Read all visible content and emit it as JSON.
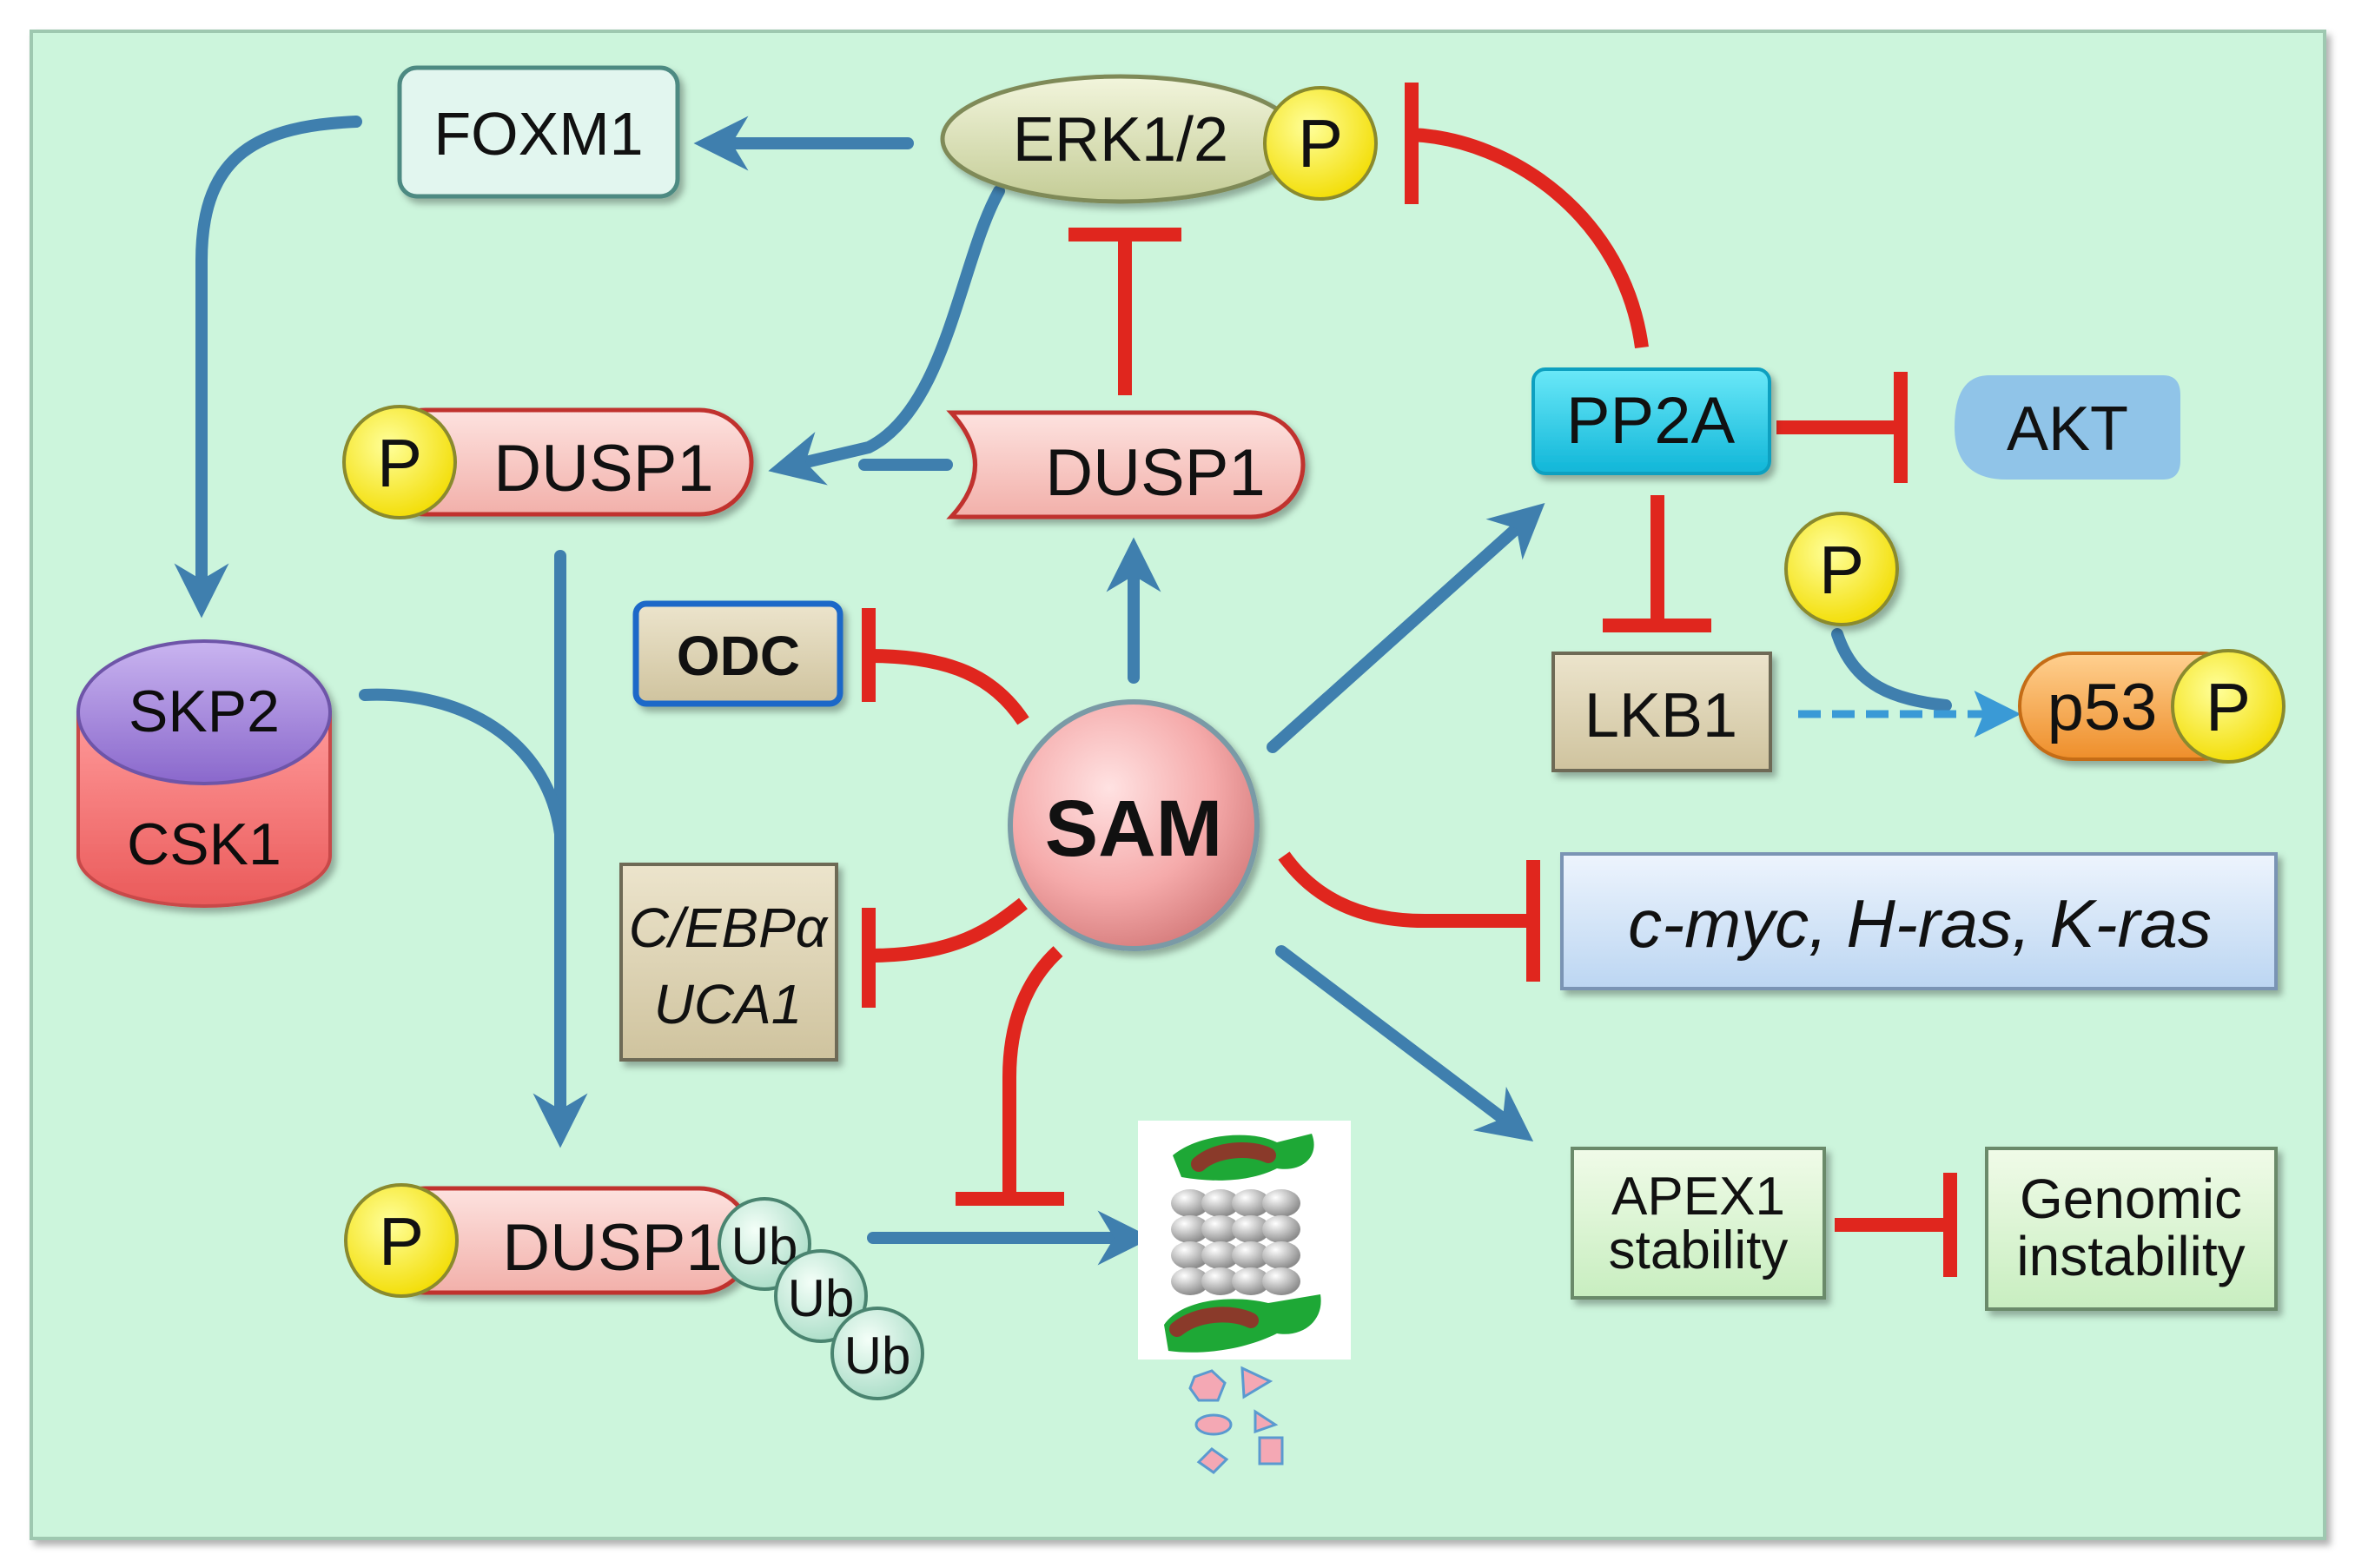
{
  "nodes": {
    "foxm1": "FOXM1",
    "erk": "ERK1/2",
    "phospho": "P",
    "dusp1": "DUSP1",
    "skp2": "SKP2",
    "csk1": "CSK1",
    "odc": "ODC",
    "cebpa": "C/EBPα",
    "uca1": "UCA1",
    "sam": "SAM",
    "pp2a": "PP2A",
    "akt": "AKT",
    "lkb1": "LKB1",
    "p53": "p53",
    "oncogenes": "c-myc, H-ras, K-ras",
    "apex1_line1": "APEX1",
    "apex1_line2": "stability",
    "genomic_line1": "Genomic",
    "genomic_line2": "instability",
    "ubiquitin": "Ub"
  },
  "colors": {
    "background": "#ccf5dc",
    "activation_arrow": "#3f7fae",
    "inhibition": "#e0261e",
    "phospho_fill": "#ffee00",
    "dusp1_fill": "#f6c3bf",
    "sam_fill": "#f4a8a8",
    "pp2a_fill": "#22d3ec",
    "akt_fill": "#90c4e8",
    "p53_fill": "#f5a63e",
    "oncogene_fill": "#d8e8f8",
    "tan_box_fill": "#dcd2b4",
    "foxm1_fill": "#e2f6ef"
  }
}
